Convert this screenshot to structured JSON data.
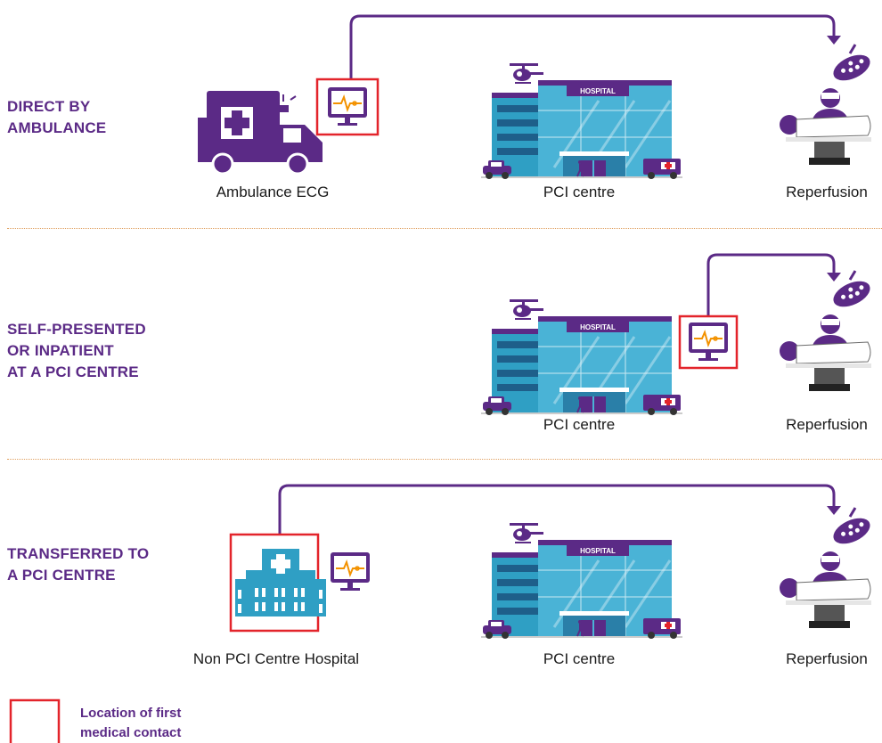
{
  "rows": [
    {
      "title_lines": [
        "DIRECT BY",
        "AMBULANCE"
      ],
      "labels": [
        "Ambulance ECG",
        "PCI centre",
        "Reperfusion"
      ]
    },
    {
      "title_lines": [
        "SELF-PRESENTED",
        "OR INPATIENT",
        "AT A PCI CENTRE"
      ],
      "labels": [
        "PCI centre",
        "Reperfusion"
      ]
    },
    {
      "title_lines": [
        "TRANSFERRED TO",
        "A PCI CENTRE"
      ],
      "labels": [
        "Non PCI Centre Hospital",
        "PCI centre",
        "Reperfusion"
      ]
    }
  ],
  "hospital_sign": "HOSPITAL",
  "legend": {
    "lines": [
      "Location of first",
      "medical contact"
    ]
  },
  "colors": {
    "purple": "#5b2a86",
    "red": "#e3242b",
    "teal": "#2f9fc4",
    "orange": "#f39200"
  }
}
